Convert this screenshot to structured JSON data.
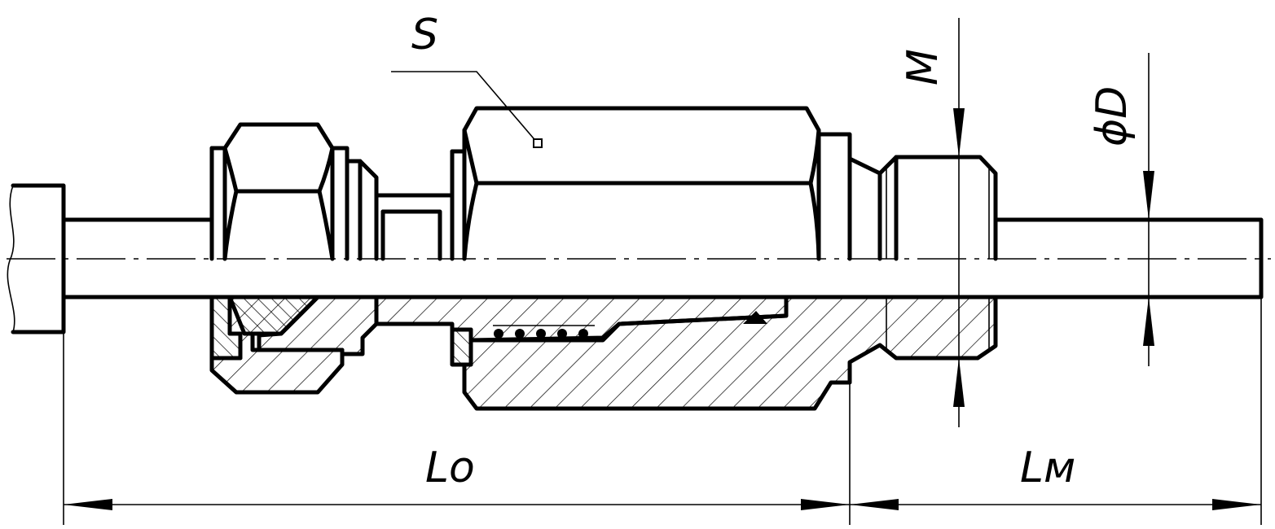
{
  "labels": {
    "S": "S",
    "M": "M",
    "D": "ϕD",
    "L0": "Lo",
    "LM": "Lм"
  },
  "colors": {
    "line": "#000000",
    "background": "#ffffff"
  }
}
